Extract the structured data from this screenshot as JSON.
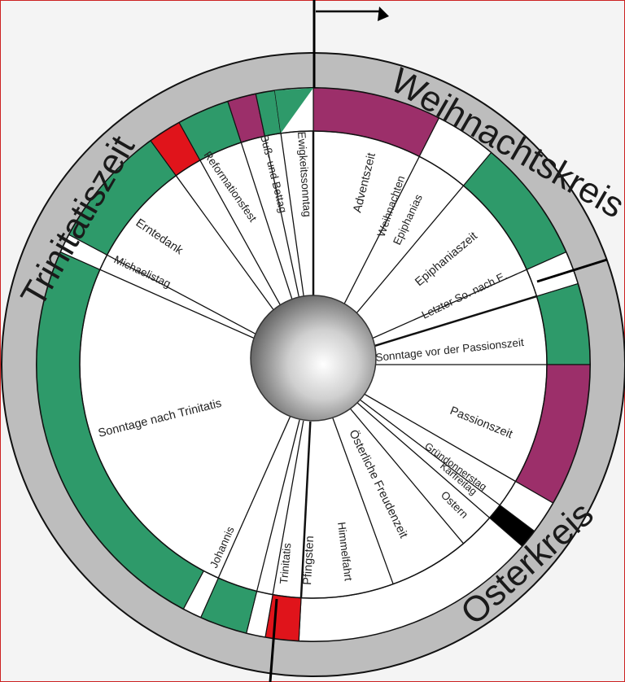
{
  "colors": {
    "purple": "#9c2f6a",
    "green": "#2e9a6a",
    "red": "#e0141b",
    "black": "#000000",
    "white": "#ffffff",
    "ring": "#bdbdbd",
    "background": "#f4f4f4"
  },
  "outer_ring_labels": {
    "weihnachtskreis": "Weihnachtskreis",
    "osterkreis": "Osterkreis",
    "trinitatiszeit": "Trinitatiszeit"
  },
  "segments": [
    {
      "id": "ewigkeitssonntag",
      "label": "Ewigkeitssonntag",
      "color": "green-white"
    },
    {
      "id": "adventszeit",
      "label": "Adventszeit",
      "color": "purple"
    },
    {
      "id": "weihnachten",
      "label": "Weihnachten",
      "color": "white"
    },
    {
      "id": "epiphanias",
      "label": "Epiphanias",
      "color": "white"
    },
    {
      "id": "epiphaniaszeit",
      "label": "Epiphaniaszeit",
      "color": "green"
    },
    {
      "id": "letzter-so",
      "label": "Letzter So. nach E.",
      "color": "white"
    },
    {
      "id": "sonntage-vor-passionszeit",
      "label": "Sonntage vor der Passionszeit",
      "color": "green"
    },
    {
      "id": "passionszeit",
      "label": "Passionszeit",
      "color": "purple"
    },
    {
      "id": "gruendonnerstag",
      "label": "Gründonnerstag",
      "color": "white"
    },
    {
      "id": "karfreitag",
      "label": "Karfreitag",
      "color": "black"
    },
    {
      "id": "ostern",
      "label": "Ostern",
      "color": "white"
    },
    {
      "id": "oesterliche-freudenzeit",
      "label": "Österliche Freudenzeit",
      "color": "white"
    },
    {
      "id": "himmelfahrt",
      "label": "Himmelfahrt",
      "color": "white"
    },
    {
      "id": "pfingsten",
      "label": "Pfingsten",
      "color": "red"
    },
    {
      "id": "trinitatis",
      "label": "Trinitatis",
      "color": "white"
    },
    {
      "id": "johannis",
      "label": "Johannis",
      "color": "white"
    },
    {
      "id": "sonntage-nach-trinitatis",
      "label": "Sonntage nach Trinitatis",
      "color": "green"
    },
    {
      "id": "michaelistag",
      "label": "Michaelistag",
      "color": "white"
    },
    {
      "id": "erntedank",
      "label": "Erntedank",
      "color": "white"
    },
    {
      "id": "reformationsfest",
      "label": "Reformationsfest",
      "color": "red"
    },
    {
      "id": "buss-und-bettag",
      "label": "Buß- und Bettag",
      "color": "purple"
    }
  ]
}
